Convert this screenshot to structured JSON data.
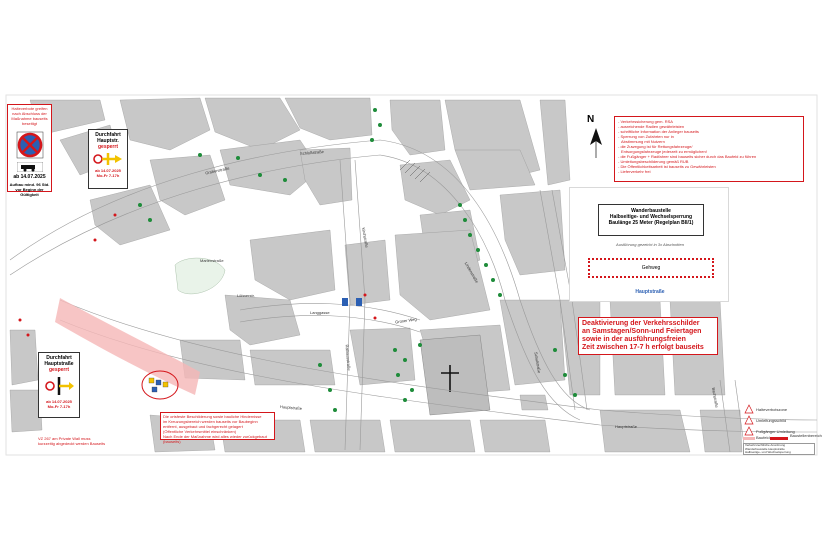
{
  "left_sign": {
    "top_note": "Halteverbote greifen nach Abschluss der Maßnahme bauseits beseitigt",
    "date": "ab 14.07.2025",
    "caption": "Aufbau mind. 96 Std. vor Beginn der Gültigkeit"
  },
  "detour_upper": {
    "title": "Durchfahrt",
    "street": "Hauptstr.",
    "status": "gesperrt",
    "date": "ab 14.07.2025",
    "days": "Mo-Fr 7-17h"
  },
  "detour_lower": {
    "title": "Durchfahrt",
    "street": "Hauptstraße",
    "status": "gesperrt",
    "date": "ab 14.07.2025",
    "days": "Mo-Fr 7-17h"
  },
  "notes_box": {
    "lines": [
      "- Verkehrssicherung gem. RSA",
      "- ausreichende Radien gewährleisten",
      "- schriftliche Information der Anlieger bauseits",
      "- Sperrung von Zufahrten nur in",
      "  Abstimmung mit Nutzern",
      "- die Zuwegung ist für Rettungsfahrzeuge/",
      "  Entsorgungsfahrzeuge jederzeit zu ermöglichen!",
      "- die Fußgänger + Radfahrer sind bauseits sicher durch das Baufeld zu führen",
      "- Umleitungsbeschilderung gemäß RUB",
      "- Die Öffentlichkeitsarbeit ist bauseits zu Gewährleisten",
      "- Lieferverkehr frei"
    ]
  },
  "regelplan": {
    "title_line1": "Wanderbaustelle",
    "title_line2": "Halbseitige- und Wechselsperrung",
    "title_line3": "Baulänge 25 Meter (Regelplan BII/1)",
    "note": "Ausführung gezeicht in 3x Abschnitten",
    "sidewalk": "Gehweg",
    "street": "Hauptstraße"
  },
  "deactivation": {
    "line1": "Deaktivierung der  Verkehrsschilder",
    "line2": "an Samstagen/Sonn-und Feiertagen",
    "line3": "sowie in der ausführungsfreien",
    "line4": "Zeit zwischen 17-7 h erfolgt bauseits"
  },
  "bottom_note": {
    "lines": [
      "Die ortsfeste Beschilderung sowie bauliche Hindernisse",
      "im Kreuzungsbereich werden bauseits vor Baubeginn",
      "entfernt, ausgebaut und fachgerecht gelagert",
      "(Öffentliche Verkehrsmittel einschränken)",
      "Nach Ende der Maßnahme wird alles wieder zurückgebaut (bauseits)"
    ]
  },
  "bottom_left_note": {
    "line1": "VZ 267 am Private Wall muss",
    "line2": "kurzzeitig abgedeckt werden Bauseits"
  },
  "north": "N",
  "legend": {
    "items": [
      "Halteverbotszone",
      "Umleitungsschild",
      "Fußgänger Umleitung",
      "Baufeld",
      "Baustellenbereich"
    ]
  },
  "title_block": {
    "lines": [
      "Verkehrsrechtliche Anordnung",
      "Wanderbaustelle Hauptstraße",
      "Halbseitige- und Wechselsperrung"
    ]
  },
  "streets": [
    "Grabenstraße",
    "Schloßstraße",
    "Kirchstraße",
    "Marienstraße",
    "Lindenstraße",
    "Langgasse",
    "Hauptstraße",
    "Hauptstraße",
    "Rathausstraße",
    "Schulstraße",
    "Bachstraße",
    "Löhnerstr.",
    "Grüner Weg"
  ],
  "colors": {
    "accent_red": "#d4161b",
    "building_gray": "#c8c8c8",
    "closure_pink": "#f5b7b7",
    "tree_green": "#1e8c3a"
  }
}
